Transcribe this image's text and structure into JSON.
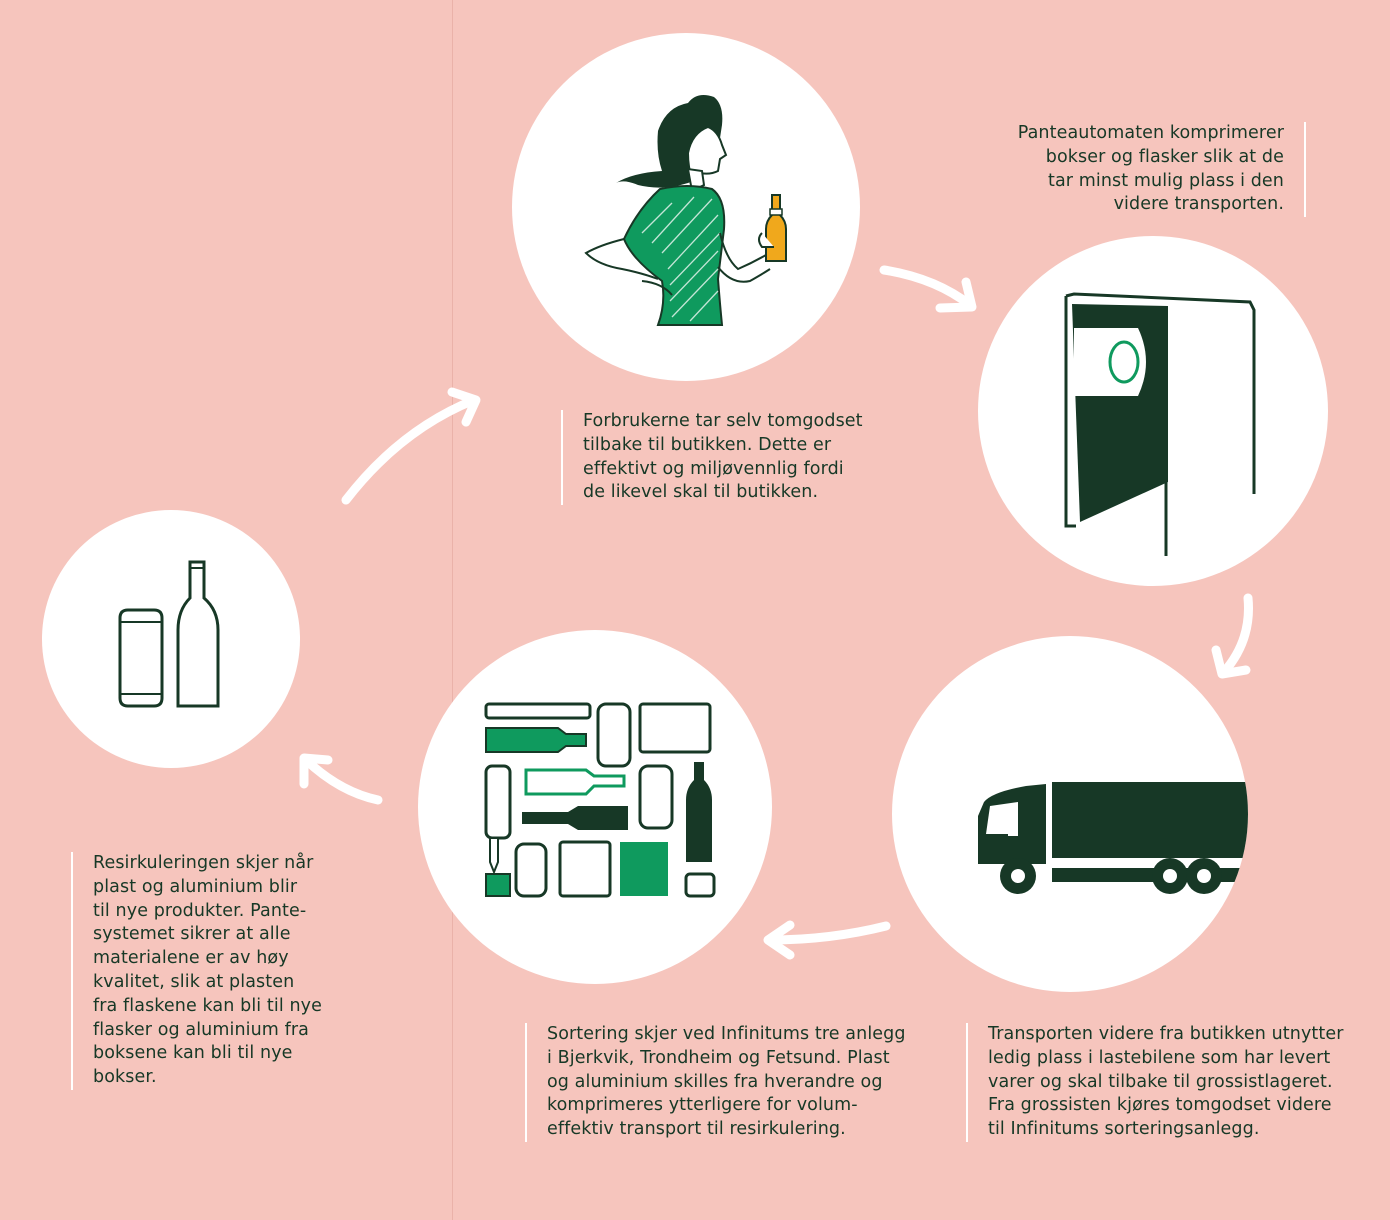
{
  "colors": {
    "background": "#f6c5bd",
    "circle": "#ffffff",
    "dark_green": "#173826",
    "accent_green": "#0f9a5e",
    "light_green": "#8fd3ae",
    "bottle_yellow": "#f0a81c",
    "arrow": "#ffffff"
  },
  "steps": [
    {
      "id": "consumer",
      "icon": "woman-with-bottle-icon",
      "caption": "Forbrukerne tar selv tomgodset\ntilbake til butikken. Dette er\neffektivt og miljøvennlig fordi\nde likevel skal til butikken."
    },
    {
      "id": "machine",
      "icon": "deposit-machine-icon",
      "caption": "Panteautomaten komprimerer\nbokser og flasker slik at de\ntar minst mulig plass i den\nvidere transporten."
    },
    {
      "id": "truck",
      "icon": "truck-icon",
      "caption": "Transporten videre fra butikken utnytter\nledig plass i lastebilene som har levert\nvarer og skal tilbake til grossistlageret.\nFra grossisten kjøres tomgodset videre\ntil Infinitums sorteringsanlegg."
    },
    {
      "id": "sorting",
      "icon": "sorted-containers-icon",
      "caption": "Sortering skjer ved Infinitums tre anlegg\ni Bjerkvik, Trondheim og Fetsund. Plast\nog aluminium skilles fra hverandre og\nkomprimeres ytterligere for volum-\neffektiv transport til resirkulering."
    },
    {
      "id": "recycling",
      "icon": "can-and-bottle-icon",
      "caption": "Resirkuleringen skjer når\nplast og aluminium blir\ntil nye produkter. Pante-\nsystemet sikrer at alle\nmaterialene er av høy\nkvalitet, slik at plasten\nfra flaskene kan bli til nye\nflasker og aluminium fra\nboksene kan bli til nye\nbokser."
    }
  ]
}
